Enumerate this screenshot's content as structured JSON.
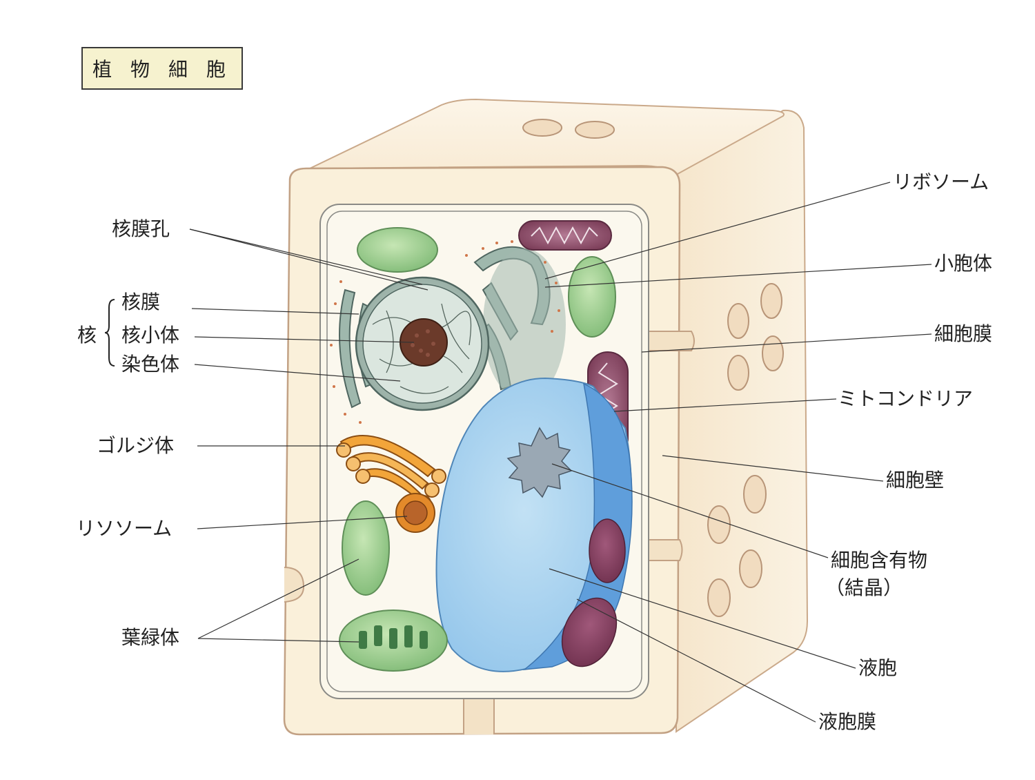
{
  "title": "植 物 細 胞",
  "labels": {
    "nuclear_pore": "核膜孔",
    "nucleus_group": "核",
    "nuclear_membrane": "核膜",
    "nucleolus": "核小体",
    "chromosome": "染色体",
    "golgi": "ゴルジ体",
    "lysosome": "リソソーム",
    "chloroplast": "葉緑体",
    "ribosome": "リボソーム",
    "microbody": "小胞体",
    "cell_membrane": "細胞膜",
    "mitochondria": "ミトコンドリア",
    "cell_wall": "細胞壁",
    "inclusion": "細胞含有物",
    "inclusion_sub": "（結晶）",
    "vacuole": "液胞",
    "vacuole_membrane": "液胞膜"
  },
  "colors": {
    "wall": "#faf1dc",
    "wall_edge": "#c9a98a",
    "cytoplasm": "#fbf8ee",
    "chloroplast": "#9ccb8c",
    "vacuole": "#a9d3ee",
    "vacuole_dark": "#5f9edb",
    "mitochondria": "#8e4a66",
    "golgi": "#f0a338",
    "nucleus": "#a9bdb3",
    "nucleolus": "#6b3a2a",
    "title_bg": "#f6f2cf"
  }
}
